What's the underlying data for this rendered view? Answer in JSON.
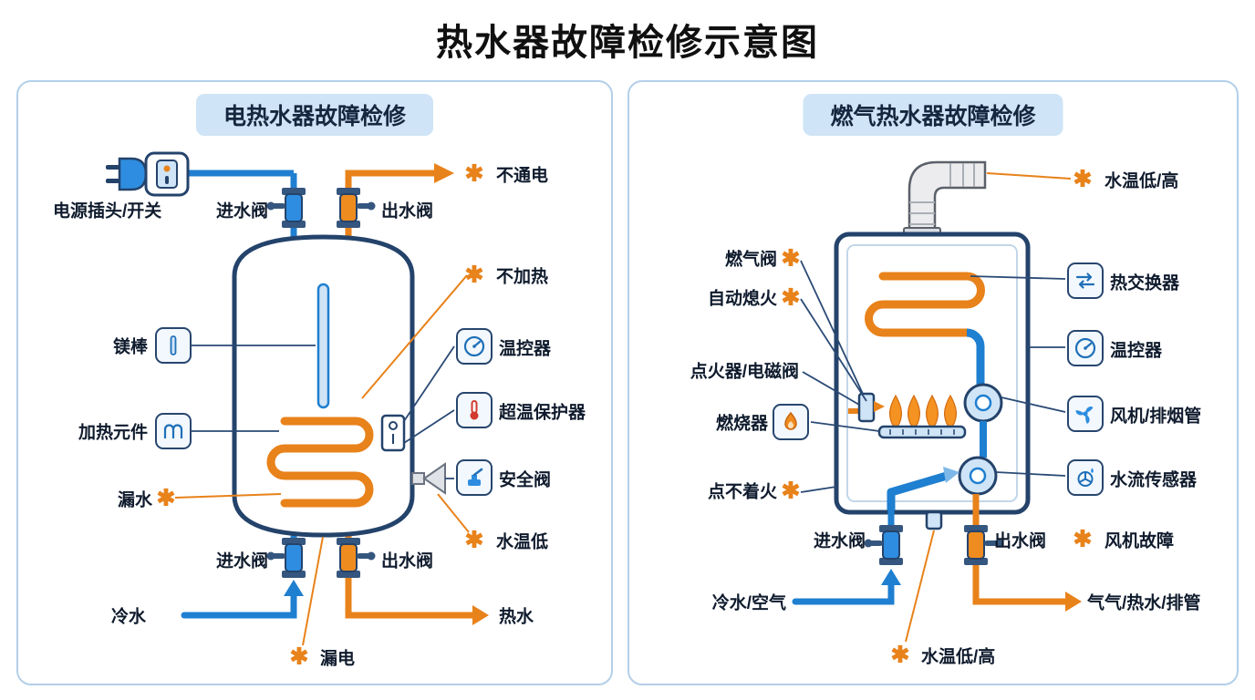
{
  "title": "热水器故障检修示意图",
  "glyphs": {
    "asterisk": "✱"
  },
  "colors": {
    "blue": "#1f7fd0",
    "orange": "#e8821a",
    "navy": "#24436b",
    "light_blue": "#cfe4f6"
  },
  "electric": {
    "title": "电热水器故障检修",
    "labels": {
      "power_switch": "电源插头/开关",
      "inlet_top": "进水阀",
      "outlet_top": "出水阀",
      "no_power": "不通电",
      "no_heat": "不加热",
      "mg_rod": "镁棒",
      "thermostat": "温控器",
      "heating_element": "加热元件",
      "overheat_protector": "超温保护器",
      "leak_water": "漏水",
      "safety_valve": "安全阀",
      "low_temp": "水温低",
      "inlet_bottom": "进水阀",
      "outlet_bottom": "出水阀",
      "cold_water": "冷水",
      "hot_water": "热水",
      "leak_electric": "漏电"
    }
  },
  "gas": {
    "title": "燃气热水器故障检修",
    "labels": {
      "temp_top": "水温低/高",
      "gas_valve": "燃气阀",
      "auto_flameout": "自动熄火",
      "heat_exchanger": "热交换器",
      "igniter": "点火器/电磁阀",
      "thermostat": "温控器",
      "burner": "燃烧器",
      "fan_exhaust": "风机/排烟管",
      "no_ignite": "点不着火",
      "flow_sensor": "水流传感器",
      "inlet": "进水阀",
      "outlet": "出水阀",
      "fan_fault": "风机故障",
      "cold_in": "冷水/空气",
      "hot_out": "气气/热水/排管",
      "temp_bottom": "水温低/高"
    }
  }
}
